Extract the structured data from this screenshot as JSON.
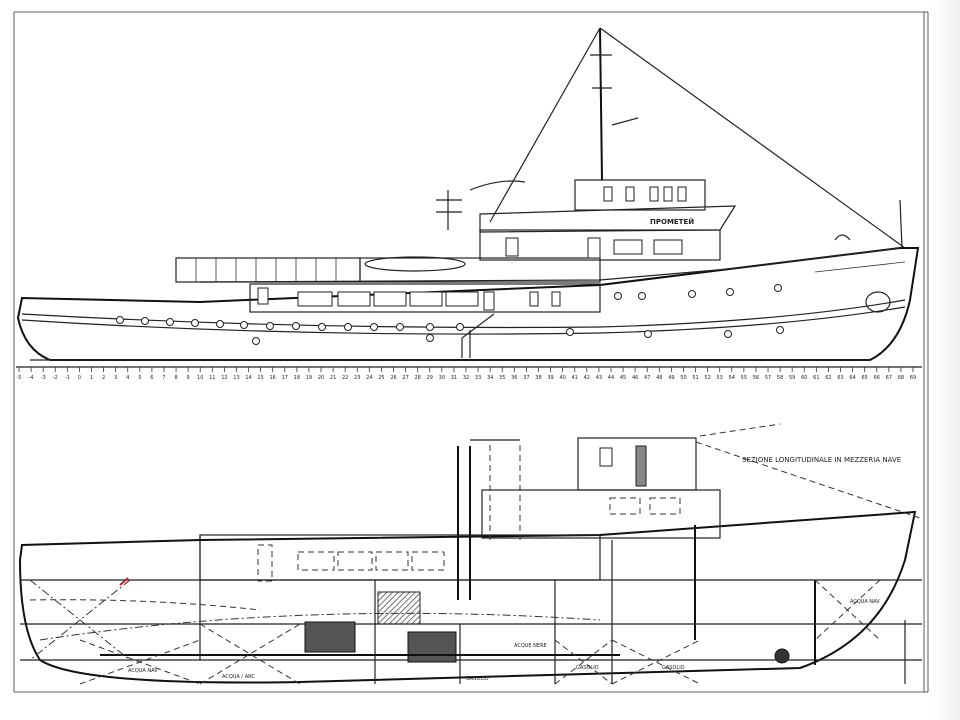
{
  "drawing": {
    "ship_name": "ПРОМЕТЕЙ",
    "section_title": "SEZIONE LONGITUDINALE IN MEZZERIA NAVE",
    "ruler_labels": [
      "-5",
      "-4",
      "-3",
      "-2",
      "-1",
      "0",
      "1",
      "2",
      "3",
      "4",
      "5",
      "6",
      "7",
      "8",
      "9",
      "10",
      "11",
      "12",
      "13",
      "14",
      "15",
      "16",
      "17",
      "18",
      "19",
      "20",
      "21",
      "22",
      "23",
      "24",
      "25",
      "26",
      "27",
      "28",
      "29",
      "30",
      "31",
      "32",
      "33",
      "34",
      "35",
      "36",
      "37",
      "38",
      "39",
      "40",
      "41",
      "42",
      "43",
      "44",
      "45",
      "46",
      "47",
      "48",
      "49",
      "50",
      "51",
      "52",
      "53",
      "54",
      "55",
      "56",
      "57",
      "58",
      "59",
      "60",
      "61",
      "62",
      "63",
      "64",
      "65",
      "66",
      "67",
      "68",
      "69"
    ],
    "tank_labels": {
      "acqua_nav_aft": "ACQUA NAV",
      "acqua_arc": "ACQUA / ARC",
      "gasolio_1": "GASOLIO",
      "gasolio_2": "GASOLIO",
      "gasolio_3": "GASOLIO",
      "acque_nere": "ACQUE NERE",
      "acqua_nav_fore": "ACQUA NAV"
    },
    "colors": {
      "line": "#222222",
      "paper": "#ffffff",
      "marker": "#d02020"
    }
  }
}
